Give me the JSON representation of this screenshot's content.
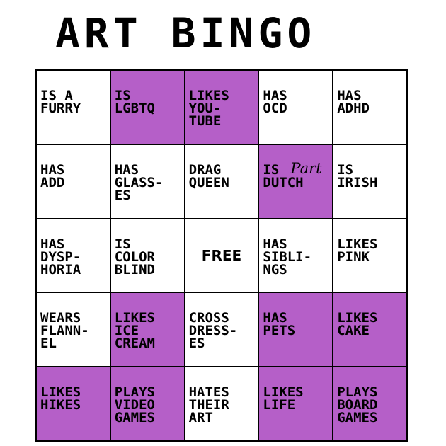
{
  "title": "ART BINGO",
  "colors": {
    "marked": "#b55fc8",
    "unmarked": "#ffffff",
    "grid": "#000000"
  },
  "board": {
    "rows": [
      [
        {
          "text": "IS A\nFURRY",
          "marked": false
        },
        {
          "text": "IS\nLGBTQ",
          "marked": true
        },
        {
          "text": "LIKES\nYOU-\nTUBE",
          "marked": true
        },
        {
          "text": "HAS\nOCD",
          "marked": false
        },
        {
          "text": "HAS\nADHD",
          "marked": false
        }
      ],
      [
        {
          "text": "HAS\nADD",
          "marked": false
        },
        {
          "text": "HAS\nGLASS-\nES",
          "marked": false
        },
        {
          "text": "DRAG\nQUEEN",
          "marked": false
        },
        {
          "text": "IS\nDUTCH",
          "marked": true,
          "annotation": "Part"
        },
        {
          "text": "IS\nIRISH",
          "marked": false
        }
      ],
      [
        {
          "text": "HAS\nDYSP-\nHORIA",
          "marked": false
        },
        {
          "text": "IS\nCOLOR\nBLIND",
          "marked": false
        },
        {
          "text": "FREE",
          "marked": false,
          "free": true
        },
        {
          "text": "HAS\nSIBLI-\nNGS",
          "marked": false
        },
        {
          "text": "LIKES\nPINK",
          "marked": false
        }
      ],
      [
        {
          "text": "WEARS\nFLANN-\nEL",
          "marked": false
        },
        {
          "text": "LIKES\nICE\nCREAM",
          "marked": true
        },
        {
          "text": "CROSS\nDRESS-\nES",
          "marked": false
        },
        {
          "text": "HAS\nPETS",
          "marked": true
        },
        {
          "text": "LIKES\nCAKE",
          "marked": true
        }
      ],
      [
        {
          "text": "LIKES\nHIKES",
          "marked": true
        },
        {
          "text": "PLAYS\nVIDEO\nGAMES",
          "marked": true
        },
        {
          "text": "HATES\nTHEIR\nART",
          "marked": false
        },
        {
          "text": "LIKES\nLIFE",
          "marked": true
        },
        {
          "text": "PLAYS\nBOARD\nGAMES",
          "marked": true
        }
      ]
    ]
  }
}
